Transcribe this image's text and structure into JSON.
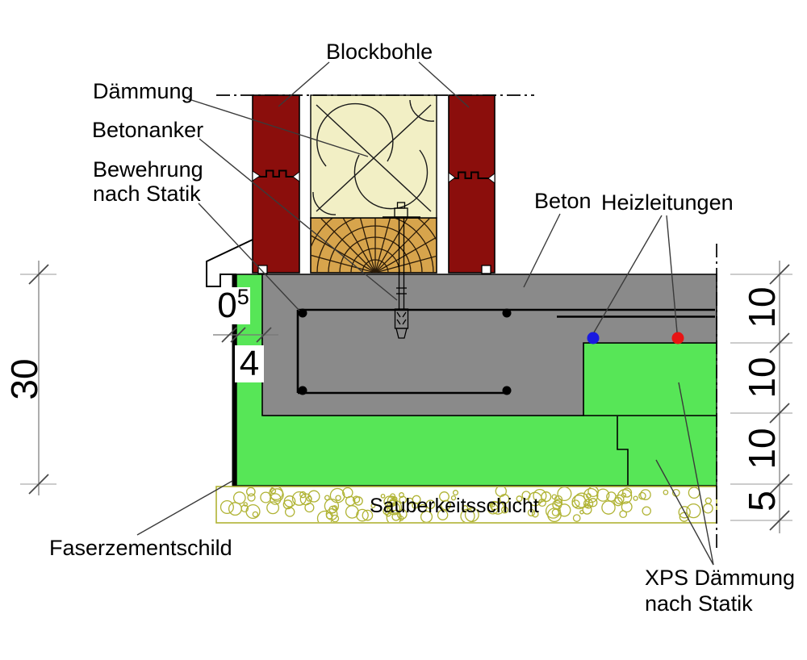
{
  "drawing": {
    "labels": {
      "blockbohle": "Blockbohle",
      "daemmung": "Dämmung",
      "betonanker": "Betonanker",
      "bewehrung_1": "Bewehrung",
      "bewehrung_2": "nach Statik",
      "beton": "Beton",
      "heizleitungen": "Heizleitungen",
      "sauberkeitsschicht": "Sauberkeitsschicht",
      "faserzementschild": "Faserzementschild",
      "xps_1": "XPS Dämmung",
      "xps_2": "nach Statik"
    },
    "dimensions": {
      "left_total": "30",
      "left_screed_value": "0",
      "left_screed_sup": "5",
      "left_width": "4",
      "right_values": [
        "10",
        "10",
        "10",
        "5"
      ]
    },
    "colors": {
      "plank": "#8b0e0c",
      "insulation": "#f2efc5",
      "wood": "#d7a44c",
      "concrete": "#8a8a8a",
      "xps": "#57e657",
      "speckle": "#b0b334",
      "pipe_blue": "#1a1ae0",
      "pipe_red": "#e81414"
    }
  }
}
